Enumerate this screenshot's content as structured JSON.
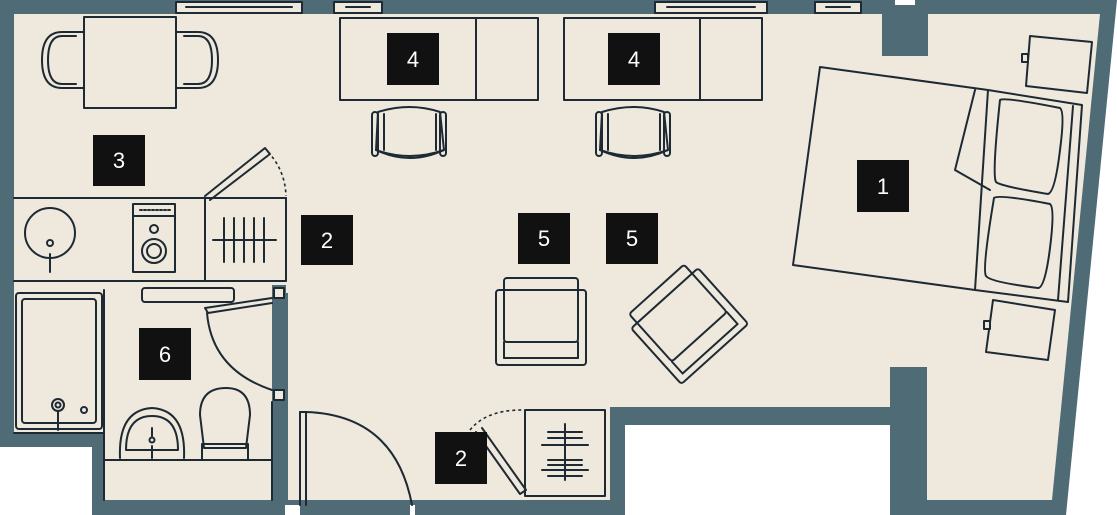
{
  "plan": {
    "colors": {
      "wall": "#4e6b76",
      "floor": "#eee8dd",
      "line": "#1e2a33",
      "badge": "#111111",
      "badge_text": "#ffffff"
    },
    "labels": [
      "1",
      "2",
      "2",
      "3",
      "4",
      "4",
      "5",
      "5",
      "6"
    ]
  }
}
